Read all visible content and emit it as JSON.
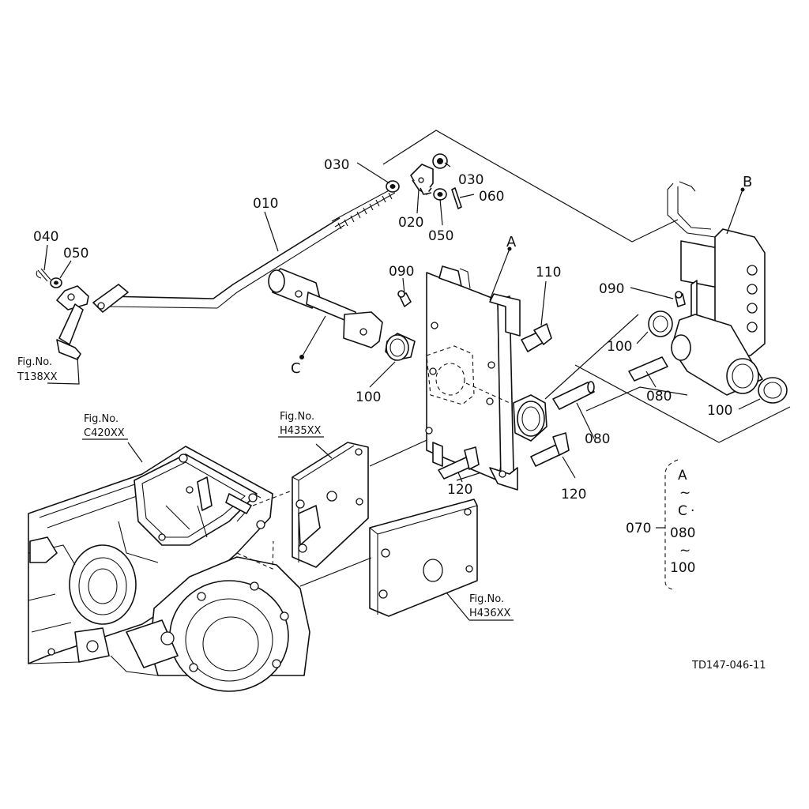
{
  "callouts": {
    "p010": "010",
    "p020": "020",
    "p030_left": "030",
    "p030_right": "030",
    "p040": "040",
    "p050_left": "050",
    "p050_mid": "050",
    "p060": "060",
    "p070": "070",
    "p080_mid": "080",
    "p080_right": "080",
    "p090_left": "090",
    "p090_right": "090",
    "p100_left": "100",
    "p100_right_top": "100",
    "p100_right_bottom": "100",
    "p110": "110",
    "p120_left": "120",
    "p120_right": "120",
    "label_a": "A",
    "label_b": "B",
    "label_c": "C"
  },
  "figure_refs": {
    "t138": {
      "line1": "Fig.No.",
      "line2": "T138XX"
    },
    "c420": {
      "line1": "Fig.No.",
      "line2": "C420XX"
    },
    "h435": {
      "line1": "Fig.No.",
      "line2": "H435XX"
    },
    "h436": {
      "line1": "Fig.No.",
      "line2": "H436XX"
    }
  },
  "assembly_key": {
    "number": "070",
    "line1": "A",
    "sep1": "~",
    "line2": "C",
    "dot": "·",
    "line3": "080",
    "sep2": "~",
    "line4": "100"
  },
  "drawing_id": "TD147-046-11"
}
